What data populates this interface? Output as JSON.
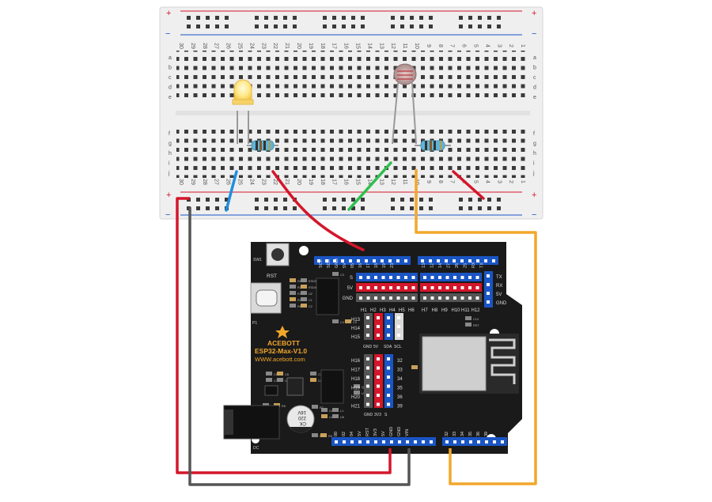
{
  "breadboard": {
    "column_numbers": [
      "30",
      "29",
      "28",
      "27",
      "26",
      "25",
      "24",
      "23",
      "22",
      "21",
      "20",
      "19",
      "18",
      "17",
      "16",
      "15",
      "14",
      "13",
      "12",
      "11",
      "10",
      "9",
      "8",
      "7",
      "6",
      "5",
      "4",
      "3",
      "2",
      "1"
    ],
    "rows_top": [
      "a",
      "b",
      "c",
      "d",
      "e"
    ],
    "rows_bottom": [
      "f",
      "g",
      "h",
      "i",
      "j"
    ],
    "rail_plus": "+",
    "rail_minus": "−"
  },
  "board": {
    "brand": "ACEBOTT",
    "model": "ESP32-Max-V1.0",
    "website": "WWW.acebott.com",
    "rst_label": "RST",
    "sw1_label": "SW1",
    "p1_label": "P1",
    "dc_label": "DC",
    "capacitor_text": [
      "CK",
      "220",
      "16V"
    ],
    "top_header_labels": [
      "SCL",
      "SDA",
      "GND",
      "5V",
      "05",
      "16",
      "17",
      "18",
      "19",
      "23"
    ],
    "top_header_labels_right": [
      "13",
      "12",
      "14",
      "27",
      "26",
      "25",
      "RX",
      "TX"
    ],
    "left_group_row_labels": [
      "S",
      "5V",
      "GND"
    ],
    "left_group_col_labels": [
      "H1",
      "H2",
      "H3",
      "H4",
      "H5",
      "H6"
    ],
    "right_group_col_labels": [
      "H7",
      "H8",
      "H9",
      "H10",
      "H11",
      "H12"
    ],
    "right_side_labels": [
      "TX",
      "RX",
      "5V",
      "GND"
    ],
    "mid_rows_a": [
      "H13",
      "H14",
      "H15"
    ],
    "mid_cols_a": [
      "GND",
      "5V",
      "SDA",
      "SCL"
    ],
    "mid_rows_b": [
      "H16",
      "H17",
      "H18",
      "H19",
      "H20",
      "H21"
    ],
    "mid_rows_b_right": [
      "32",
      "33",
      "34",
      "35",
      "36",
      "39"
    ],
    "mid_cols_b": [
      "GND",
      "3V3",
      "S"
    ],
    "bottom_header_left": [
      "00",
      "02",
      "04",
      "5V",
      "RST",
      "3V3",
      "5V",
      "GND",
      "GND",
      "VIN"
    ],
    "bottom_header_right": [
      "32",
      "33",
      "34",
      "35",
      "36",
      "39"
    ],
    "small_labels": [
      "R1",
      "R2",
      "R3",
      "R4",
      "R5",
      "ESD3",
      "ESD4",
      "U2",
      "C1",
      "C2",
      "C3",
      "C4",
      "C5",
      "C6",
      "C7",
      "C8",
      "C9",
      "C10",
      "D1",
      "D2",
      "L1",
      "U4",
      "U5",
      "U6",
      "R6",
      "R7",
      "R8",
      "R9",
      "Q1",
      "U1",
      "C13",
      "C14",
      "RST"
    ]
  },
  "colors": {
    "wire_red": "#d4162b",
    "wire_black": "#555555",
    "wire_blue": "#1e8fe0",
    "wire_green": "#2fbf4f",
    "wire_orange": "#f2a72b",
    "board_black": "#1a1a1a",
    "header_blue": "#1a55c4",
    "breadboard_bg": "#efefef"
  }
}
